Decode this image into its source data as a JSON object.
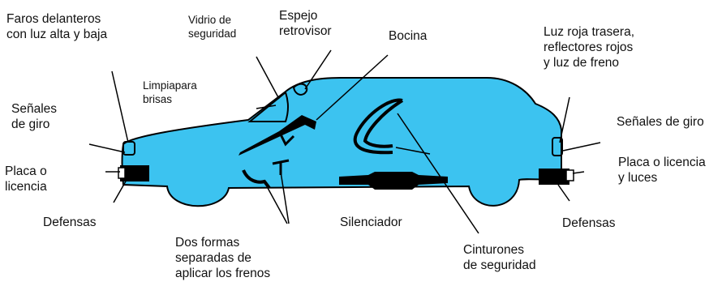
{
  "diagram": {
    "colors": {
      "body": "#3cc3f0",
      "outline": "#000000",
      "background": "#ffffff"
    },
    "labels": {
      "headlights": "Faros delanteros\ncon luz alta y baja",
      "safety_glass": "Vidrio de\nseguridad",
      "mirror": "Espejo\nretrovisor",
      "horn": "Bocina",
      "rear_lights": "Luz roja trasera,\nreflectores rojos\ny luz de freno",
      "wipers": "Limpiapara\nbrisas",
      "front_turn_signals": "Señales\nde giro",
      "rear_turn_signals": "Señales de giro",
      "front_plate": "Placa o\nlicencia",
      "rear_plate": "Placa o licencia\ny luces",
      "front_bumper": "Defensas",
      "rear_bumper": "Defensas",
      "muffler": "Silenciador",
      "brakes": "Dos formas\nseparadas de\naplicar los frenos",
      "seatbelts": "Cinturones\nde seguridad"
    }
  }
}
